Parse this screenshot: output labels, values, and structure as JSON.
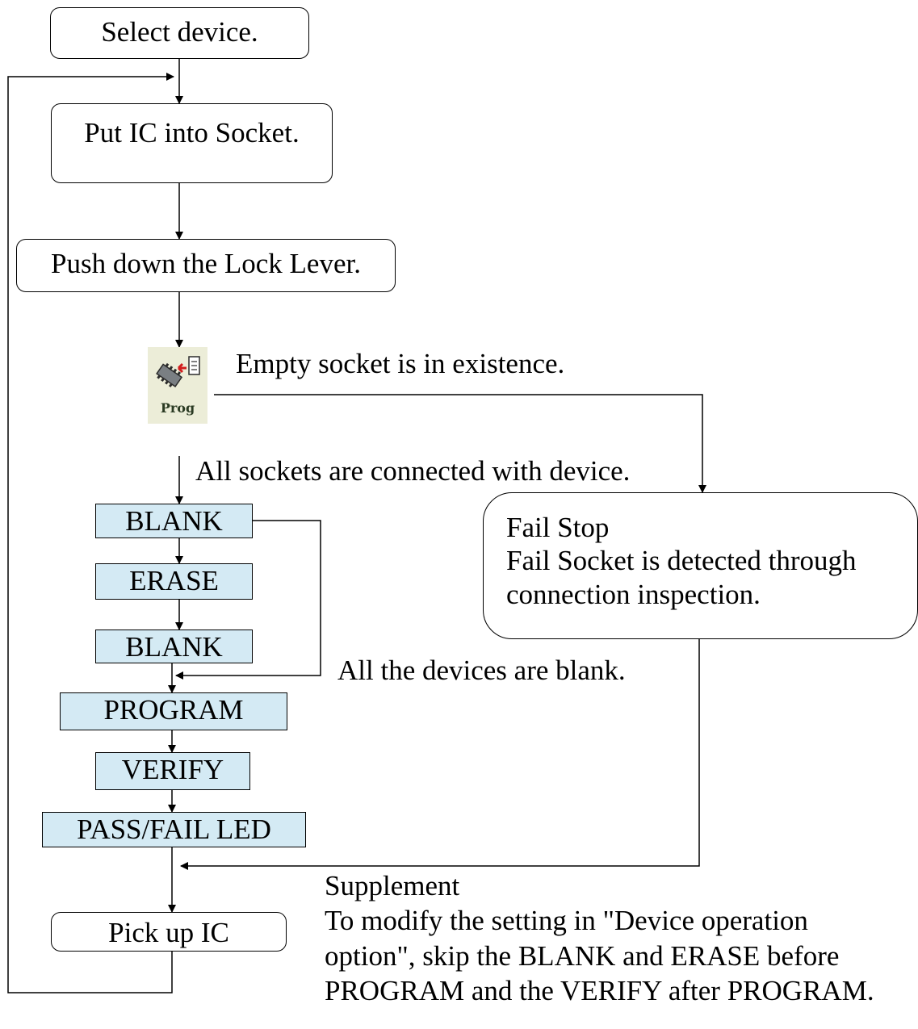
{
  "boxes": {
    "select_device": "Select device.",
    "put_ic": "Put IC into Socket.",
    "push_lever": "Push down the Lock Lever.",
    "pick_up": "Pick up IC"
  },
  "prog_icon": {
    "label": "Prog",
    "icon": "program-chip-icon"
  },
  "labels": {
    "empty_socket": "Empty socket is in existence.",
    "all_connected": "All sockets are connected with device.",
    "all_blank": "All the devices are blank."
  },
  "steps": {
    "blank1": "BLANK",
    "erase": "ERASE",
    "blank2": "BLANK",
    "program": "PROGRAM",
    "verify": "VERIFY",
    "pass_fail": "PASS/FAIL LED"
  },
  "fail_stop": {
    "title": "Fail Stop",
    "line1": "Fail Socket is detected through",
    "line2": "connection inspection."
  },
  "supplement": {
    "title": "Supplement",
    "line1": "To modify the setting in \"Device operation",
    "line2": "option\", skip the BLANK and ERASE before",
    "line3": "PROGRAM and the VERIFY after PROGRAM."
  },
  "colors": {
    "step_fill": "#d4eaf4",
    "icon_bg": "#ecedd8"
  }
}
